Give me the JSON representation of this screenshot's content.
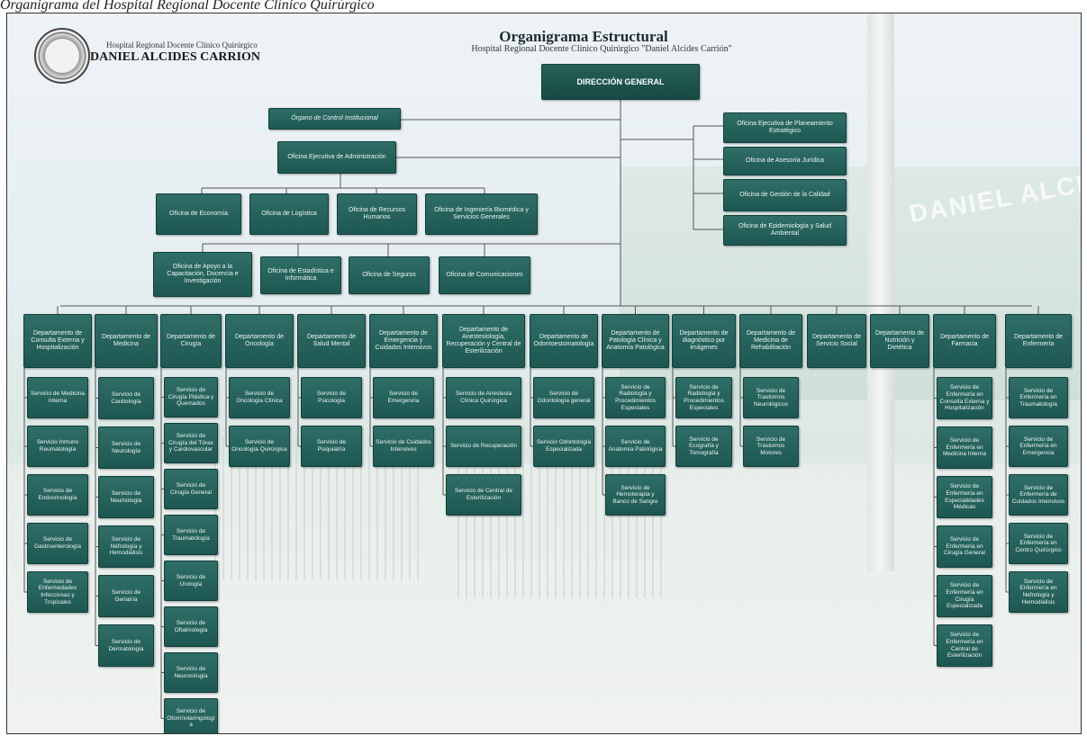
{
  "caption": "Organigrama del Hospital Regional Docente Clínico Quirúrgico",
  "header": {
    "logo_subtitle": "Hospital Regional Docente Clínico Quirúrgico",
    "logo_name": "DANIEL ALCIDES CARRION",
    "title": "Organigrama Estructural",
    "subtitle": "Hospital Regional Docente Clinico Quirúrgico \"Daniel Alcides Carrión\"",
    "background_sign": "DANIEL ALCIDES"
  },
  "colors": {
    "box": "#1e5752",
    "box_border": "#123f3b",
    "box_text": "#e9f3f1",
    "connector": "#555555"
  },
  "direccion_general": "DIRECCIÓN GENERAL",
  "organo_control": "Órgano de Control Institucional",
  "oficina_ejecutiva_admin": "Oficina Ejecutiva de Administración",
  "admin_offices": [
    "Oficina de Economía",
    "Oficina de Logística",
    "Oficina de Recursos Humanos",
    "Oficina de Ingeniería Biomédica y Servicios Generales"
  ],
  "support_offices": [
    "Oficina de Apoyo a la Capacitación, Docencia e Investigación",
    "Oficina de Estadística e Informática",
    "Oficina de Seguros",
    "Oficina de Comunicaciones"
  ],
  "advisory_offices": [
    "Oficina Ejecutiva de Planeamiento Estratégico",
    "Oficina de Asesoría Jurídica",
    "Oficina de Gestión de la Calidad",
    "Oficina de Epidemiología y Salud Ambiental"
  ],
  "departments": [
    {
      "name": "Departamento de Consulta Externa y Hospitalización",
      "services": [
        "Servicio de Medicina Interna",
        "Servicio Inmuno Reumatología",
        "Servicio de Endocrinología",
        "Servicio de Gastroenterología",
        "Servicio de Enfermedades Infecciosas y Tropicales"
      ]
    },
    {
      "name": "Departamento de Medicina",
      "services": [
        "Servicio de Cardiología",
        "Servicio de Neurología",
        "Servicio de Neumología",
        "Servicio de Nefrología y Hemodiálisis",
        "Servicio de Geriatría",
        "Servicio de Dermatología"
      ]
    },
    {
      "name": "Departamento de Cirugía",
      "services": [
        "Servicio de Cirugía Plástica y Quemados",
        "Servicio de Cirugía del Tórax y Cardiovascular",
        "Servicio de Cirugía General",
        "Servicio de Traumatología",
        "Servicio de Urología",
        "Servicio de Oftalmología",
        "Servicio de Neurocirugía",
        "Servicio de Otorrinolaringología"
      ]
    },
    {
      "name": "Departamento de Oncología",
      "services": [
        "Servicio de Oncología Clínica",
        "Servicio de Oncología Quirúrgica"
      ]
    },
    {
      "name": "Departamento de Salud Mental",
      "services": [
        "Servicio de Psicología",
        "Servicio de Psiquiatría"
      ]
    },
    {
      "name": "Departamento de Emergencia y Cuidados Intensivos",
      "services": [
        "Servicio de Emergencia",
        "Servicio de Cuidados Intensivos"
      ]
    },
    {
      "name": "Departamento de Anestesiología, Recuperación y Central de Esterilización",
      "services": [
        "Servicio de Anestesia Clínica Quirúrgica",
        "Servicio de Recuperación",
        "Servicio de Central de Esterilización"
      ]
    },
    {
      "name": "Departamento de Odontoestomatología",
      "services": [
        "Servicio de Odontología general",
        "Servicio Odontología Especializada"
      ]
    },
    {
      "name": "Departamento de Patología Clínica y Anatomía Patológica",
      "services": [
        "Servicio de Radiología y Procedimientos Especiales",
        "Servicio de Anatomía Patológica",
        "Servicio de Hemoterapia y Banco de Sangre"
      ]
    },
    {
      "name": "Departamento de diagnóstico por imágenes",
      "services": [
        "Servicio de Radiología y Procedimientos Especiales",
        "Servicio de Ecografía y Tomografía"
      ]
    },
    {
      "name": "Departamento de Medicina de Rehabilitación",
      "services": [
        "Servicio de Trastornos Neurológicos",
        "Servicio de Trastornos Motores"
      ]
    },
    {
      "name": "Departamento de Servicio Social",
      "services": []
    },
    {
      "name": "Departamento de Nutrición y Dietética",
      "services": []
    },
    {
      "name": "Departamento de Farmacia",
      "services": [
        "Servicio de Enfermería en Consulta Externa y Hospitalización",
        "Servicio de Enfermería en Medicina Interna",
        "Servicio de Enfermería en Especialidades Médicas",
        "Servicio de Enfermería en Cirugía General",
        "Servicio de Enfermería en Cirugía Especializada",
        "Servicio de Enfermería en Central de Esterilización"
      ]
    },
    {
      "name": "Departamento de Enfermería",
      "services": [
        "Servicio de Enfermería en Traumatología",
        "Servicio de Enfermería en Emergencia",
        "Servicio de Enfermería de Cuidados Intensivos",
        "Servicio de Enfermería en Centro Quirúrgico",
        "Servicio de Enfermería en Nefrología y Hemodiálisis"
      ]
    }
  ]
}
